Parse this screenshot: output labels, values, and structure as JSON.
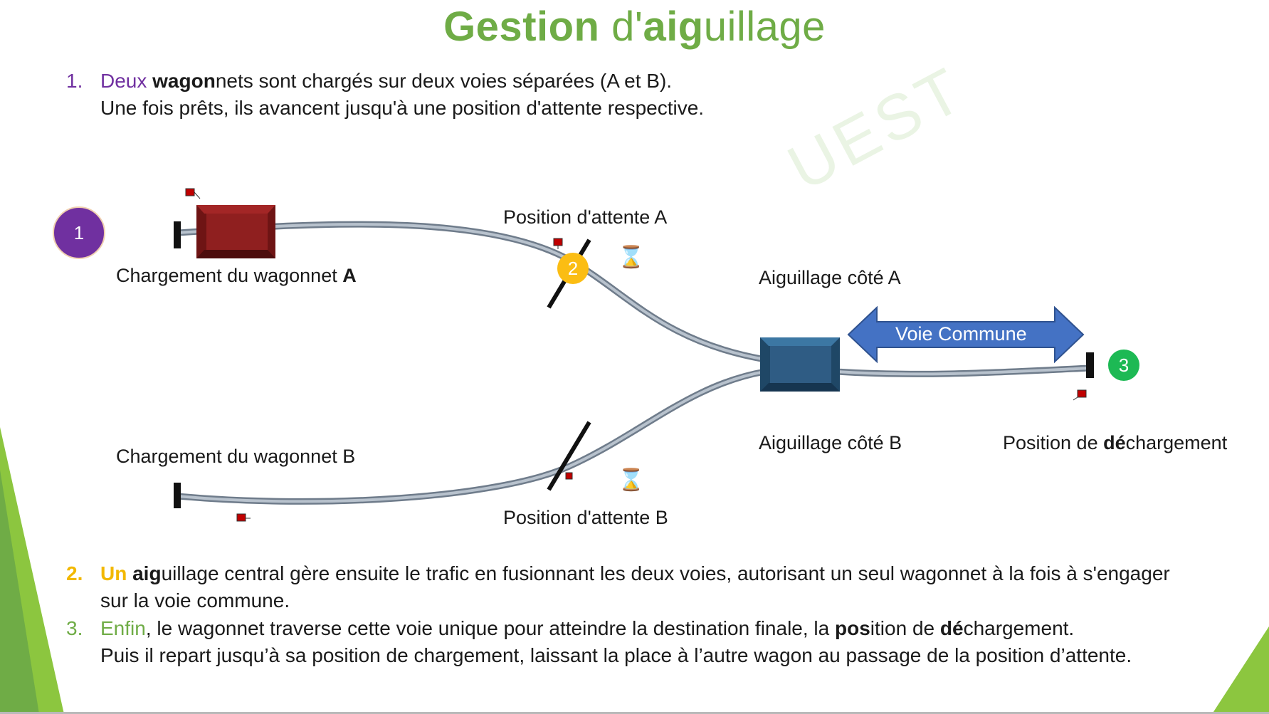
{
  "title": {
    "part1": "Gestion",
    "part2": " d'",
    "part3": "aig",
    "part4": "uillage"
  },
  "steps": {
    "s1": {
      "num": "1.",
      "word1": "Deux ",
      "bold1": "wagon",
      "rest1": "nets sont chargés sur deux voies séparées (A et B).",
      "line2": "Une fois prêts, ils avancent jusqu'à une position d'attente respective."
    },
    "s2": {
      "num": "2.",
      "word1": "Un ",
      "bold1": "aig",
      "rest1": "uillage central gère ensuite le trafic en fusionnant les deux voies, autorisant un seul wagonnet à la fois à s'engager",
      "line2": "sur la voie commune."
    },
    "s3": {
      "num": "3.",
      "word1": "Enfin",
      "rest1": ", le wagonnet traverse cette voie unique pour atteindre la destination finale, la ",
      "bold1": "pos",
      "rest2": "ition de ",
      "bold2": "dé",
      "rest3": "chargement.",
      "line2": "Puis il repart jusqu’à sa position de chargement, laissant la place à l’autre wagon au passage de la position d’attente."
    }
  },
  "diagram": {
    "badges": {
      "b1": "1",
      "b2": "2",
      "b3": "3"
    },
    "labels": {
      "loading_a": "Chargement du wagonnet ",
      "loading_a_bold": "A",
      "loading_b": "Chargement du wagonnet B",
      "wait_a": "Position d'attente A",
      "wait_b": "Position d'attente B",
      "switch_a": "Aiguillage côté A",
      "switch_b": "Aiguillage côté B",
      "unload_1": "Position de ",
      "unload_bold": "dé",
      "unload_2": "chargement",
      "common_track": "Voie Commune"
    },
    "hourglass": "⌛",
    "colors": {
      "wagon_red": "#8b1a1a",
      "wagon_blue": "#2f5c84",
      "track": "#9aa7b6",
      "arrow": "#4472c4"
    }
  }
}
